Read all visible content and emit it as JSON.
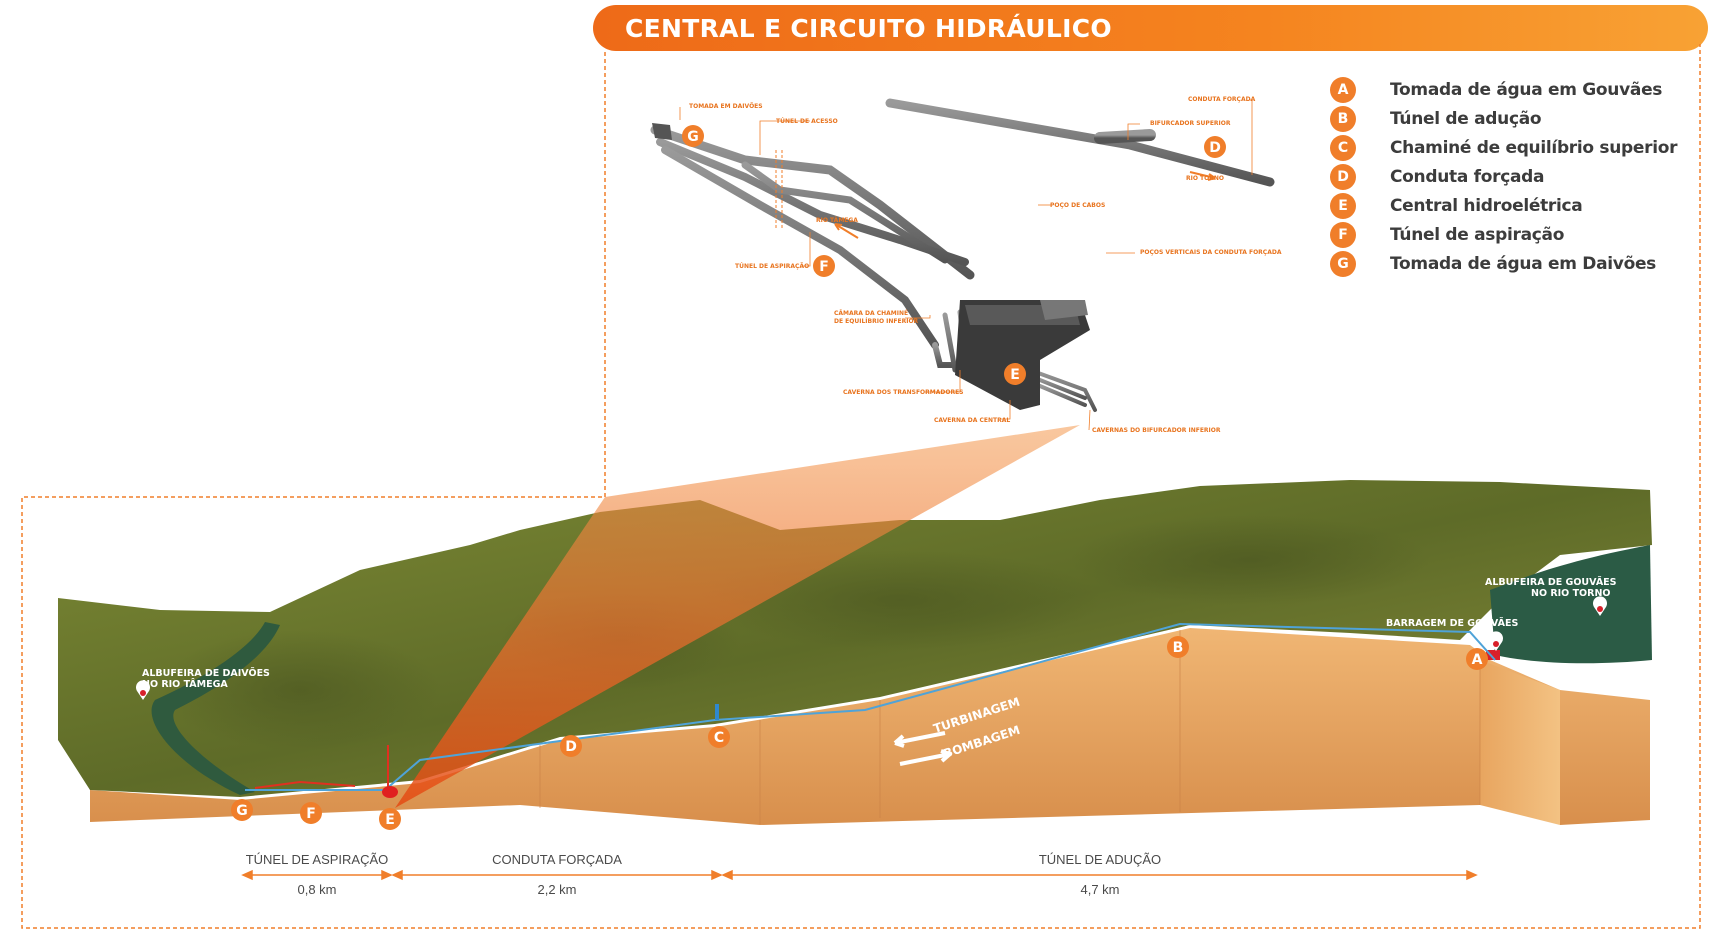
{
  "title": "CENTRAL E CIRCUITO HIDRÁULICO",
  "legend": [
    {
      "letter": "A",
      "label": "Tomada de água em Gouvães"
    },
    {
      "letter": "B",
      "label": "Túnel de adução"
    },
    {
      "letter": "C",
      "label": "Chaminé de equilíbrio superior"
    },
    {
      "letter": "D",
      "label": "Conduta forçada"
    },
    {
      "letter": "E",
      "label": "Central hidroelétrica"
    },
    {
      "letter": "F",
      "label": "Túnel de aspiração"
    },
    {
      "letter": "G",
      "label": "Tomada de água em Daivões"
    }
  ],
  "detail_labels": {
    "tomada_daivoes": "TOMADA EM DAIVÕES",
    "tunel_acesso": "TÚNEL DE ACESSO",
    "conduta_forcada": "CONDUTA FORÇADA",
    "bifurcador_superior": "BIFURCADOR SUPERIOR",
    "rio_torno": "RIO TORNO",
    "rio_tamega": "RIO TÂMEGA",
    "poco_cabos": "POÇO DE CABOS",
    "pocos_verticais": "POÇOS VERTICAIS DA CONDUTA FORÇADA",
    "tunel_aspiracao": "TÚNEL DE ASPIRAÇÃO",
    "camara_chamine_1": "CÂMARA DA CHAMINÉ",
    "camara_chamine_2": "DE EQUILÍBRIO INFERIOR",
    "caverna_transformadores": "CAVERNA DOS TRANSFORMADORES",
    "caverna_central": "CAVERNA DA CENTRAL",
    "cavernas_bifurcador": "CAVERNAS DO BIFURCADOR INFERIOR"
  },
  "terrain_labels": {
    "albufeira_daivoes_1": "ALBUFEIRA DE DAIVÕES",
    "albufeira_daivoes_2": "NO RIO TÂMEGA",
    "albufeira_gouvaes_1": "ALBUFEIRA DE GOUVÃES",
    "albufeira_gouvaes_2": "NO RIO TORNO",
    "barragem_gouvaes": "BARRAGEM DE GOUVÃES",
    "turbinagem": "TURBINAGEM",
    "bombagem": "BOMBAGEM"
  },
  "measurements": [
    {
      "name": "TÚNEL DE ASPIRAÇÃO",
      "distance": "0,8 km"
    },
    {
      "name": "CONDUTA FORÇADA",
      "distance": "2,2 km"
    },
    {
      "name": "TÚNEL DE ADUÇÃO",
      "distance": "4,7 km"
    }
  ],
  "colors": {
    "accent": "#f07e2a",
    "tunnel_line": "#4fa3d8",
    "pipe": "#707070",
    "soil": "#e8a968",
    "grass": "#6b7a2e"
  }
}
